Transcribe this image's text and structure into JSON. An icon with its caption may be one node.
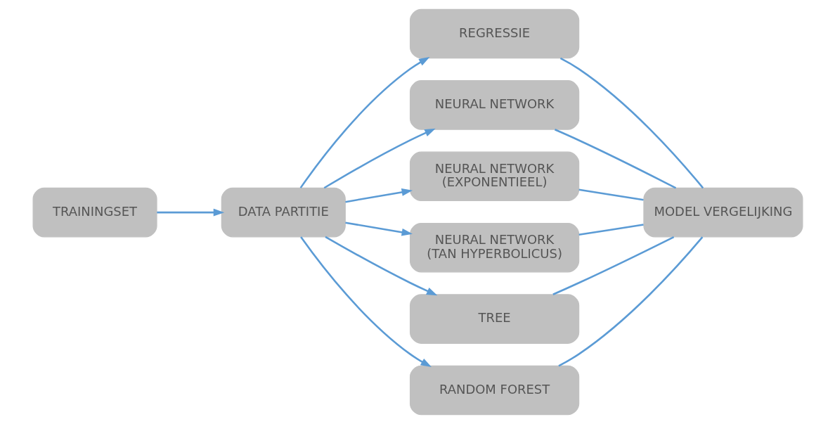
{
  "diagram": {
    "nodes": [
      {
        "text": [
          "TRAININGSET"
        ]
      },
      {
        "text": [
          "DATA PARTITIE"
        ]
      },
      {
        "text": [
          "REGRESSIE"
        ]
      },
      {
        "text": [
          "NEURAL NETWORK"
        ]
      },
      {
        "text": [
          "NEURAL NETWORK (EXPONENTIEEL)"
        ]
      },
      {
        "text": [
          "NEURAL NETWORK (TAN HYPERBOLICUS)"
        ]
      },
      {
        "text": [
          "TREE"
        ]
      },
      {
        "text": [
          "RANDOM FOREST"
        ]
      },
      {
        "text": [
          "MODEL VERGELIJKING"
        ]
      }
    ],
    "edges": [
      {
        "from": 0,
        "to": 1,
        "arrow": "to"
      },
      {
        "from": 1,
        "to": 2,
        "arrow": "to"
      },
      {
        "from": 1,
        "to": 3,
        "arrow": "to"
      },
      {
        "from": 1,
        "to": 4,
        "arrow": "to"
      },
      {
        "from": 1,
        "to": 5,
        "arrow": "to"
      },
      {
        "from": 1,
        "to": 6,
        "arrow": "to"
      },
      {
        "from": 1,
        "to": 7,
        "arrow": "to"
      },
      {
        "from": 2,
        "to": 8,
        "arrow": "none"
      },
      {
        "from": 3,
        "to": 8,
        "arrow": "none"
      },
      {
        "from": 4,
        "to": 8,
        "arrow": "none"
      },
      {
        "from": 5,
        "to": 8,
        "arrow": "none"
      },
      {
        "from": 6,
        "to": 8,
        "arrow": "none"
      },
      {
        "from": 7,
        "to": 8,
        "arrow": "none"
      }
    ]
  }
}
